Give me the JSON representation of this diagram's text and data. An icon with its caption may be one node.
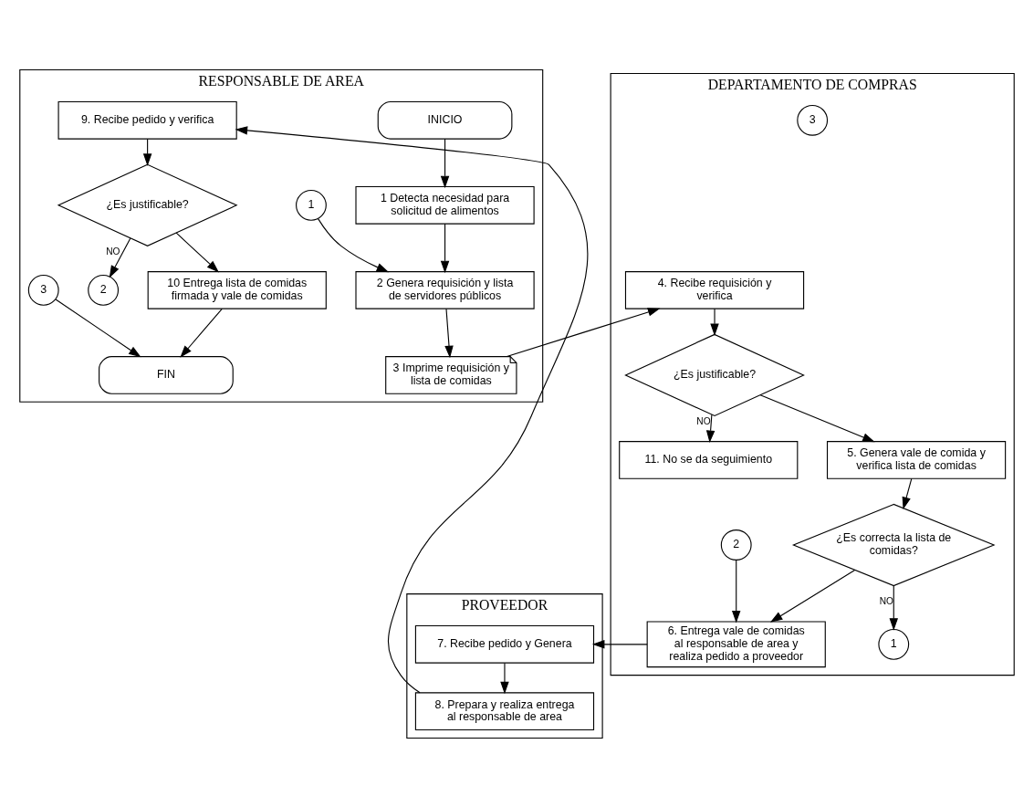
{
  "diagram": {
    "nodes": [
      {
        "text": [
          "RESPONSABLE DE AREA"
        ]
      },
      {
        "text": [
          "DEPARTAMENTO DE COMPRAS"
        ]
      },
      {
        "text": [
          "PROVEEDOR"
        ]
      },
      {
        "text": [
          "INICIO"
        ],
        "in": 0
      },
      {
        "text": [
          "1 Detecta necesidad para solicitud de alimentos"
        ],
        "in": 0
      },
      {
        "text": [
          "1"
        ],
        "in": 0
      },
      {
        "text": [
          "2 Genera requisición y lista de servidores públicos"
        ],
        "in": 0
      },
      {
        "text": [
          "3 Imprime requisición y lista de comidas"
        ],
        "in": 0
      },
      {
        "text": [
          "9. Recibe pedido y verifica"
        ],
        "in": 0
      },
      {
        "text": [
          "¿Es justificable?"
        ],
        "in": 0
      },
      {
        "text": [
          "2"
        ],
        "in": 0
      },
      {
        "text": [
          "10 Entrega lista de comidas firmada y vale de comidas"
        ],
        "in": 0
      },
      {
        "text": [
          "3"
        ],
        "in": 0
      },
      {
        "text": [
          "FIN"
        ],
        "in": 0
      },
      {
        "text": [
          "4. Recibe requisición y verifica"
        ],
        "in": 1
      },
      {
        "text": [
          "¿Es justificable?"
        ],
        "in": 1
      },
      {
        "text": [
          "11. No se da seguimiento"
        ],
        "in": 1
      },
      {
        "text": [
          "3"
        ],
        "in": 1
      },
      {
        "text": [
          "5. Genera vale de comida y verifica lista de comidas"
        ],
        "in": 1
      },
      {
        "text": [
          "¿Es correcta la lista de comidas?"
        ],
        "in": 1
      },
      {
        "text": [
          "1"
        ],
        "in": 1
      },
      {
        "text": [
          "2"
        ],
        "in": 1
      },
      {
        "text": [
          "6. Entrega vale de comidas al responsable de area y realiza pedido a proveedor"
        ],
        "in": 1
      },
      {
        "text": [
          "7. Recibe pedido y Genera"
        ],
        "in": 2
      },
      {
        "text": [
          "8. Prepara y realiza entrega al responsable de area"
        ],
        "in": 2
      }
    ],
    "edges": [
      {
        "from": 3,
        "to": 4,
        "arrow": "to"
      },
      {
        "from": 4,
        "to": 6,
        "arrow": "to"
      },
      {
        "from": 5,
        "to": 6,
        "arrow": "to"
      },
      {
        "from": 6,
        "to": 7,
        "arrow": "to"
      },
      {
        "from": 7,
        "to": 14,
        "arrow": "to"
      },
      {
        "from": 14,
        "to": 15,
        "arrow": "to"
      },
      {
        "from": 15,
        "to": 16,
        "arrow": "to",
        "label": "NO"
      },
      {
        "from": 15,
        "to": 18,
        "arrow": "to"
      },
      {
        "from": 18,
        "to": 19,
        "arrow": "to"
      },
      {
        "from": 19,
        "to": 20,
        "arrow": "to",
        "label": "NO"
      },
      {
        "from": 19,
        "to": 22,
        "arrow": "to"
      },
      {
        "from": 21,
        "to": 22,
        "arrow": "to"
      },
      {
        "from": 22,
        "to": 23,
        "arrow": "to"
      },
      {
        "from": 23,
        "to": 24,
        "arrow": "to"
      },
      {
        "from": 24,
        "to": 8,
        "arrow": "to"
      },
      {
        "from": 8,
        "to": 9,
        "arrow": "to"
      },
      {
        "from": 9,
        "to": 10,
        "arrow": "to",
        "label": "NO"
      },
      {
        "from": 9,
        "to": 11,
        "arrow": "to"
      },
      {
        "from": 11,
        "to": 13,
        "arrow": "to"
      },
      {
        "from": 12,
        "to": 13,
        "arrow": "to"
      }
    ]
  }
}
